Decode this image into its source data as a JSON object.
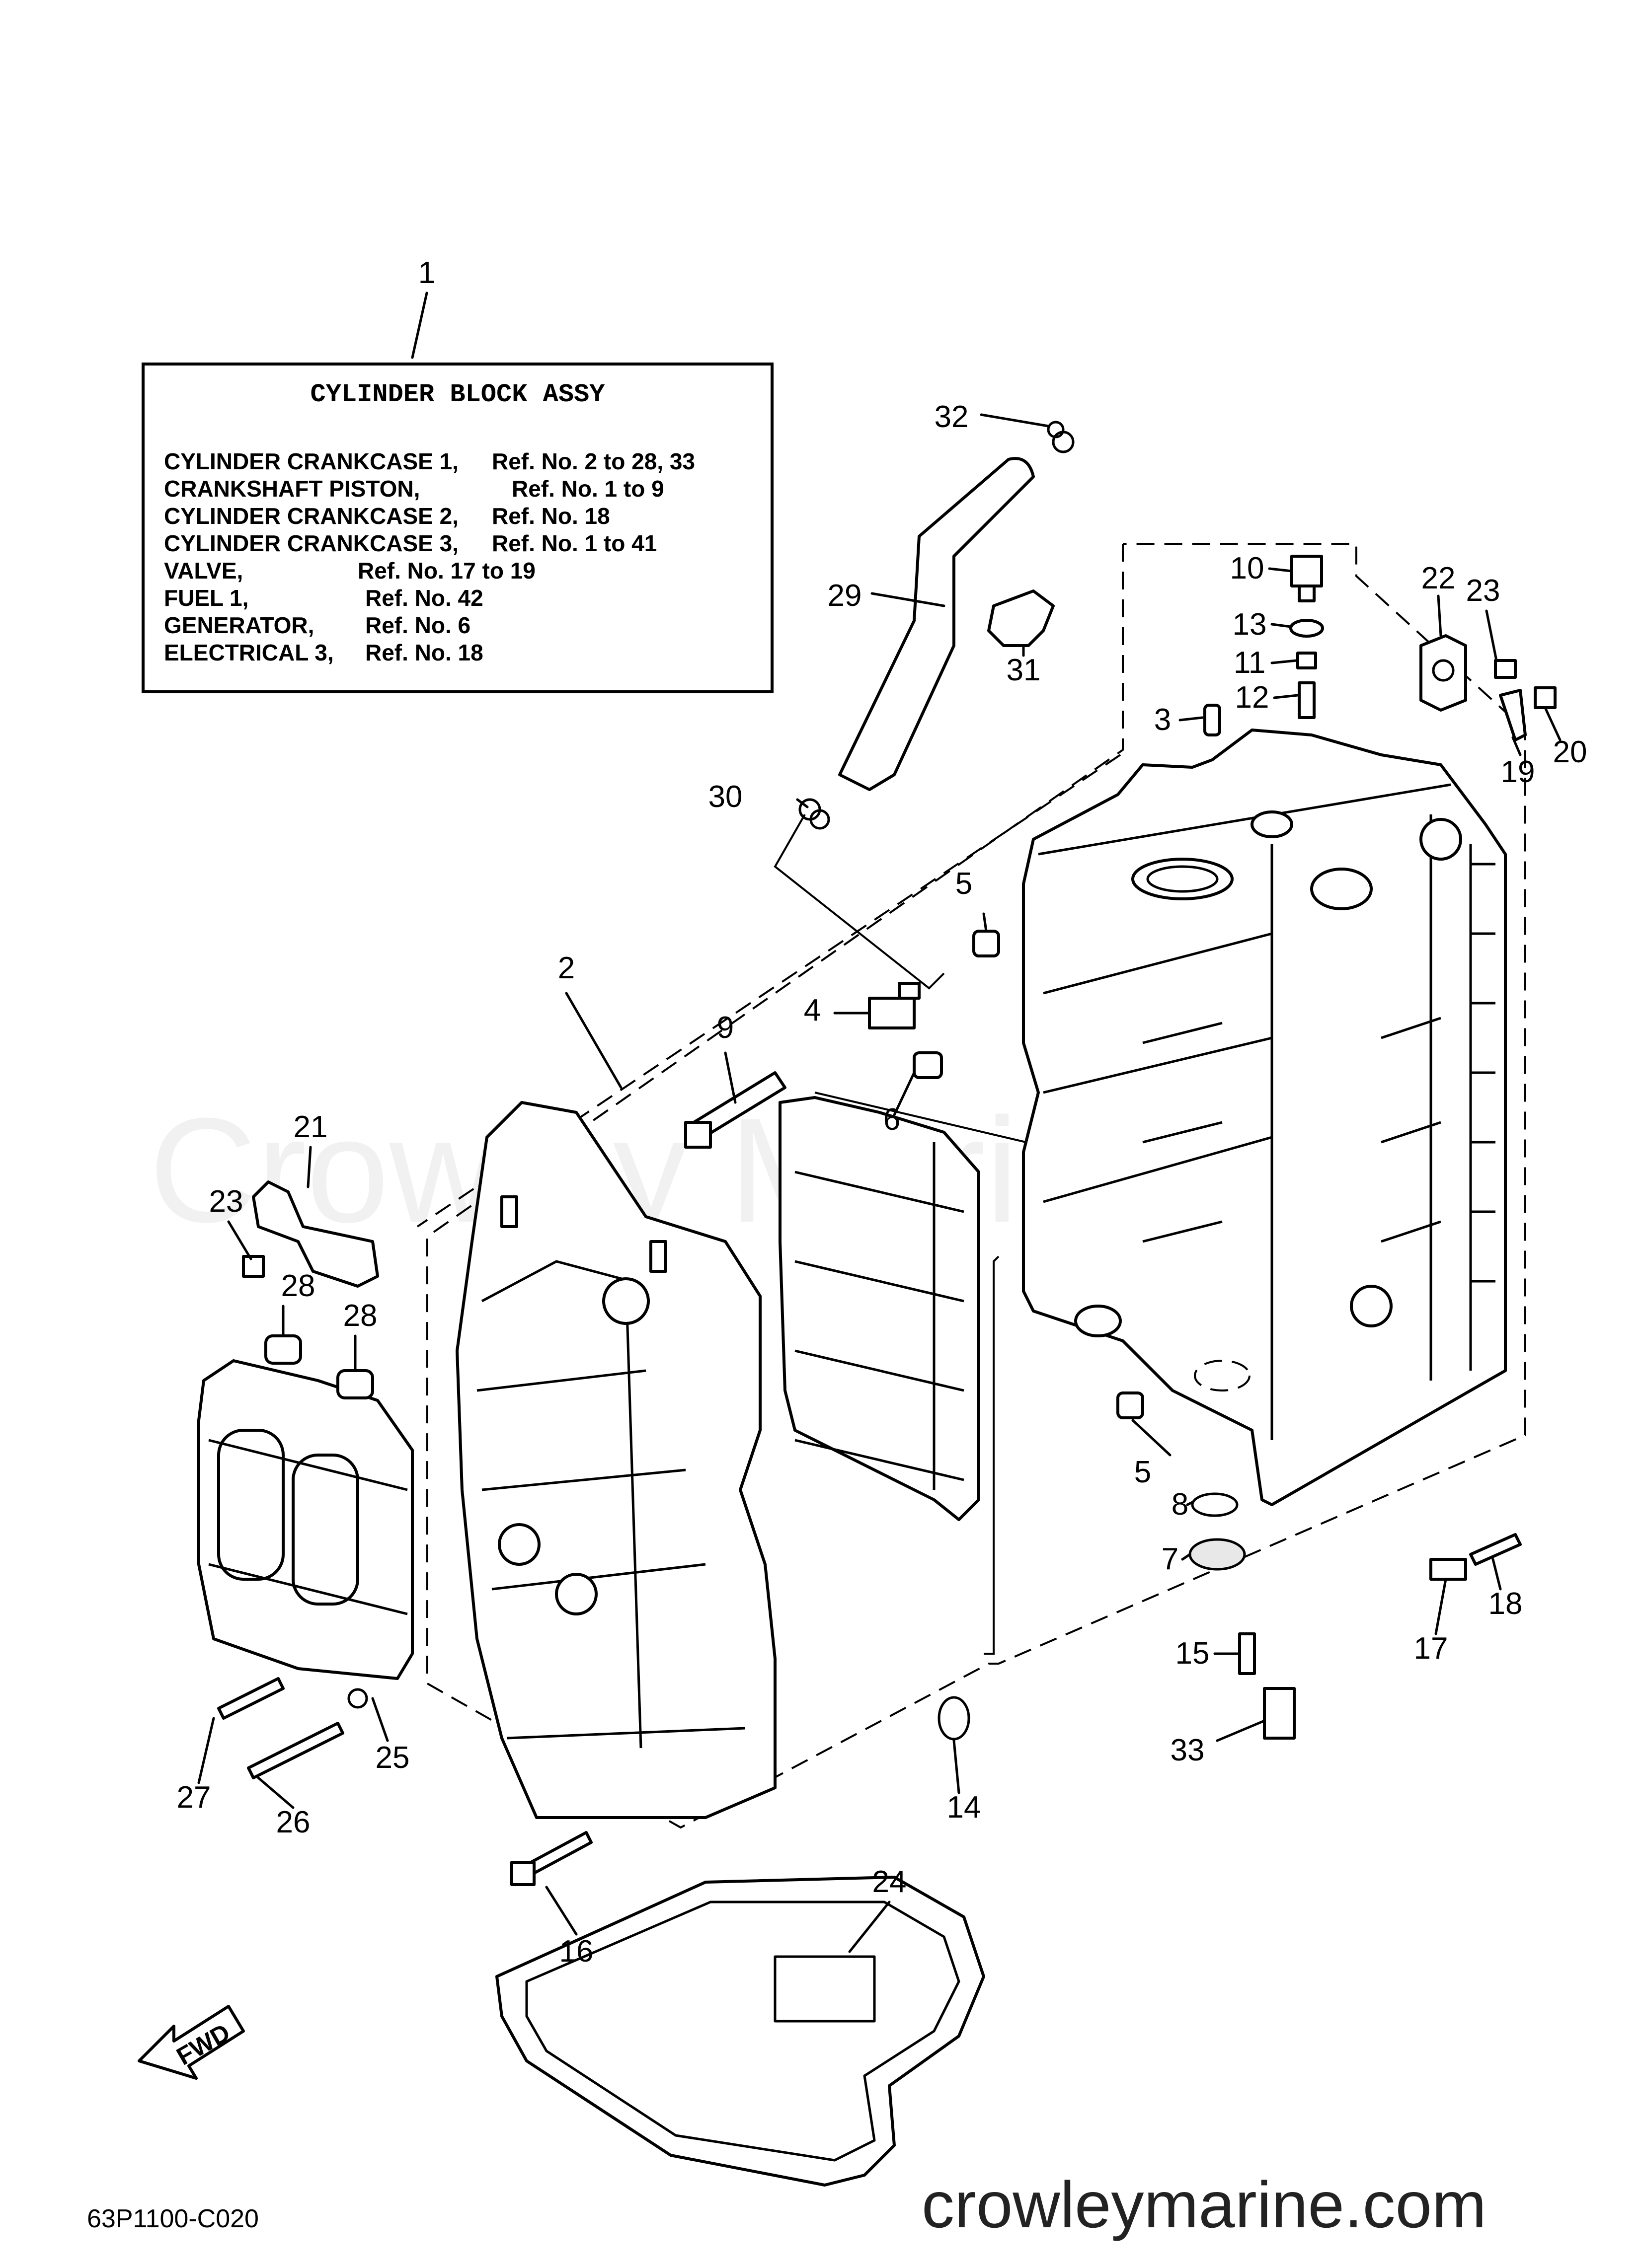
{
  "assembly_box": {
    "title": "CYLINDER BLOCK ASSY",
    "rows": [
      {
        "name": "CYLINDER CRANKCASE 1,",
        "ref": "Ref. No. 2 to 28, 33"
      },
      {
        "name": "CRANKSHAFT PISTON,",
        "ref": "Ref. No. 1 to 9"
      },
      {
        "name": "CYLINDER CRANKCASE 2,",
        "ref": "Ref. No. 18"
      },
      {
        "name": "CYLINDER CRANKCASE 3,",
        "ref": "Ref. No. 1 to 41"
      },
      {
        "name": "VALVE,",
        "ref": "Ref. No. 17 to 19"
      },
      {
        "name": "FUEL 1,",
        "ref": "Ref. No. 42"
      },
      {
        "name": "GENERATOR,",
        "ref": "Ref. No. 6"
      },
      {
        "name": "ELECTRICAL 3,",
        "ref": "Ref. No. 18"
      }
    ]
  },
  "callouts": {
    "c1": "1",
    "c2": "2",
    "c3": "3",
    "c4": "4",
    "c5a": "5",
    "c5b": "5",
    "c6": "6",
    "c7": "7",
    "c8": "8",
    "c9": "9",
    "c10": "10",
    "c11": "11",
    "c12": "12",
    "c13": "13",
    "c14": "14",
    "c15": "15",
    "c16": "16",
    "c17": "17",
    "c18": "18",
    "c19": "19",
    "c20": "20",
    "c21": "21",
    "c22": "22",
    "c23a": "23",
    "c23b": "23",
    "c24": "24",
    "c25": "25",
    "c26": "26",
    "c27": "27",
    "c28a": "28",
    "c28b": "28",
    "c29": "29",
    "c30": "30",
    "c31": "31",
    "c32": "32",
    "c33": "33"
  },
  "fwd_label": "FWD",
  "diagram_code": "63P1100-C020",
  "site_label": "crowleymarine.com",
  "watermark": "Crowley Marine"
}
